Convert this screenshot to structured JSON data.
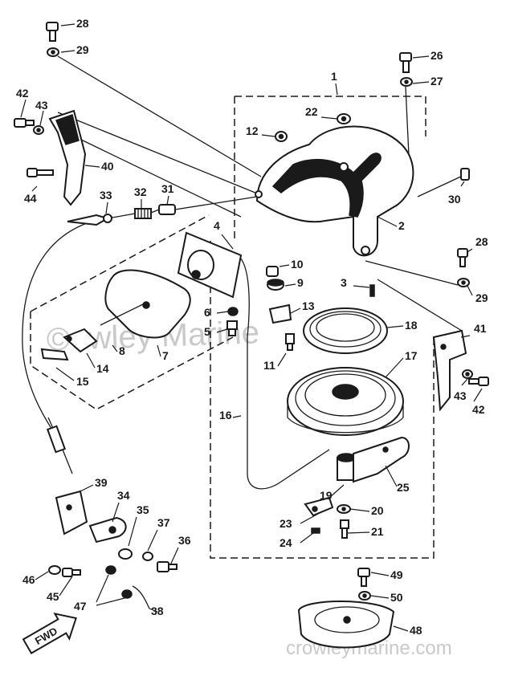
{
  "watermark": {
    "center": "©owley Marine",
    "footer": "crowleymarine.com"
  },
  "fwd_label": "FWD",
  "callouts": [
    {
      "id": "28a",
      "label": "28"
    },
    {
      "id": "29a",
      "label": "29"
    },
    {
      "id": "26",
      "label": "26"
    },
    {
      "id": "27",
      "label": "27"
    },
    {
      "id": "1",
      "label": "1"
    },
    {
      "id": "22",
      "label": "22"
    },
    {
      "id": "12",
      "label": "12"
    },
    {
      "id": "42a",
      "label": "42"
    },
    {
      "id": "43a",
      "label": "43"
    },
    {
      "id": "40",
      "label": "40"
    },
    {
      "id": "44",
      "label": "44"
    },
    {
      "id": "33",
      "label": "33"
    },
    {
      "id": "32",
      "label": "32"
    },
    {
      "id": "31",
      "label": "31"
    },
    {
      "id": "30",
      "label": "30"
    },
    {
      "id": "2",
      "label": "2"
    },
    {
      "id": "4",
      "label": "4"
    },
    {
      "id": "28b",
      "label": "28"
    },
    {
      "id": "10",
      "label": "10"
    },
    {
      "id": "9",
      "label": "9"
    },
    {
      "id": "3",
      "label": "3"
    },
    {
      "id": "29b",
      "label": "29"
    },
    {
      "id": "6",
      "label": "6"
    },
    {
      "id": "5",
      "label": "5"
    },
    {
      "id": "13",
      "label": "13"
    },
    {
      "id": "18",
      "label": "18"
    },
    {
      "id": "41",
      "label": "41"
    },
    {
      "id": "8",
      "label": "8"
    },
    {
      "id": "7",
      "label": "7"
    },
    {
      "id": "14",
      "label": "14"
    },
    {
      "id": "11",
      "label": "11"
    },
    {
      "id": "17",
      "label": "17"
    },
    {
      "id": "43b",
      "label": "43"
    },
    {
      "id": "15",
      "label": "15"
    },
    {
      "id": "42b",
      "label": "42"
    },
    {
      "id": "16",
      "label": "16"
    },
    {
      "id": "25",
      "label": "25"
    },
    {
      "id": "39",
      "label": "39"
    },
    {
      "id": "34",
      "label": "34"
    },
    {
      "id": "19",
      "label": "19"
    },
    {
      "id": "35",
      "label": "35"
    },
    {
      "id": "20",
      "label": "20"
    },
    {
      "id": "37",
      "label": "37"
    },
    {
      "id": "23",
      "label": "23"
    },
    {
      "id": "36",
      "label": "36"
    },
    {
      "id": "21",
      "label": "21"
    },
    {
      "id": "24",
      "label": "24"
    },
    {
      "id": "46a",
      "label": "46"
    },
    {
      "id": "45",
      "label": "45"
    },
    {
      "id": "49",
      "label": "49"
    },
    {
      "id": "47",
      "label": "47"
    },
    {
      "id": "50",
      "label": "50"
    },
    {
      "id": "38",
      "label": "38"
    },
    {
      "id": "48",
      "label": "48"
    }
  ]
}
